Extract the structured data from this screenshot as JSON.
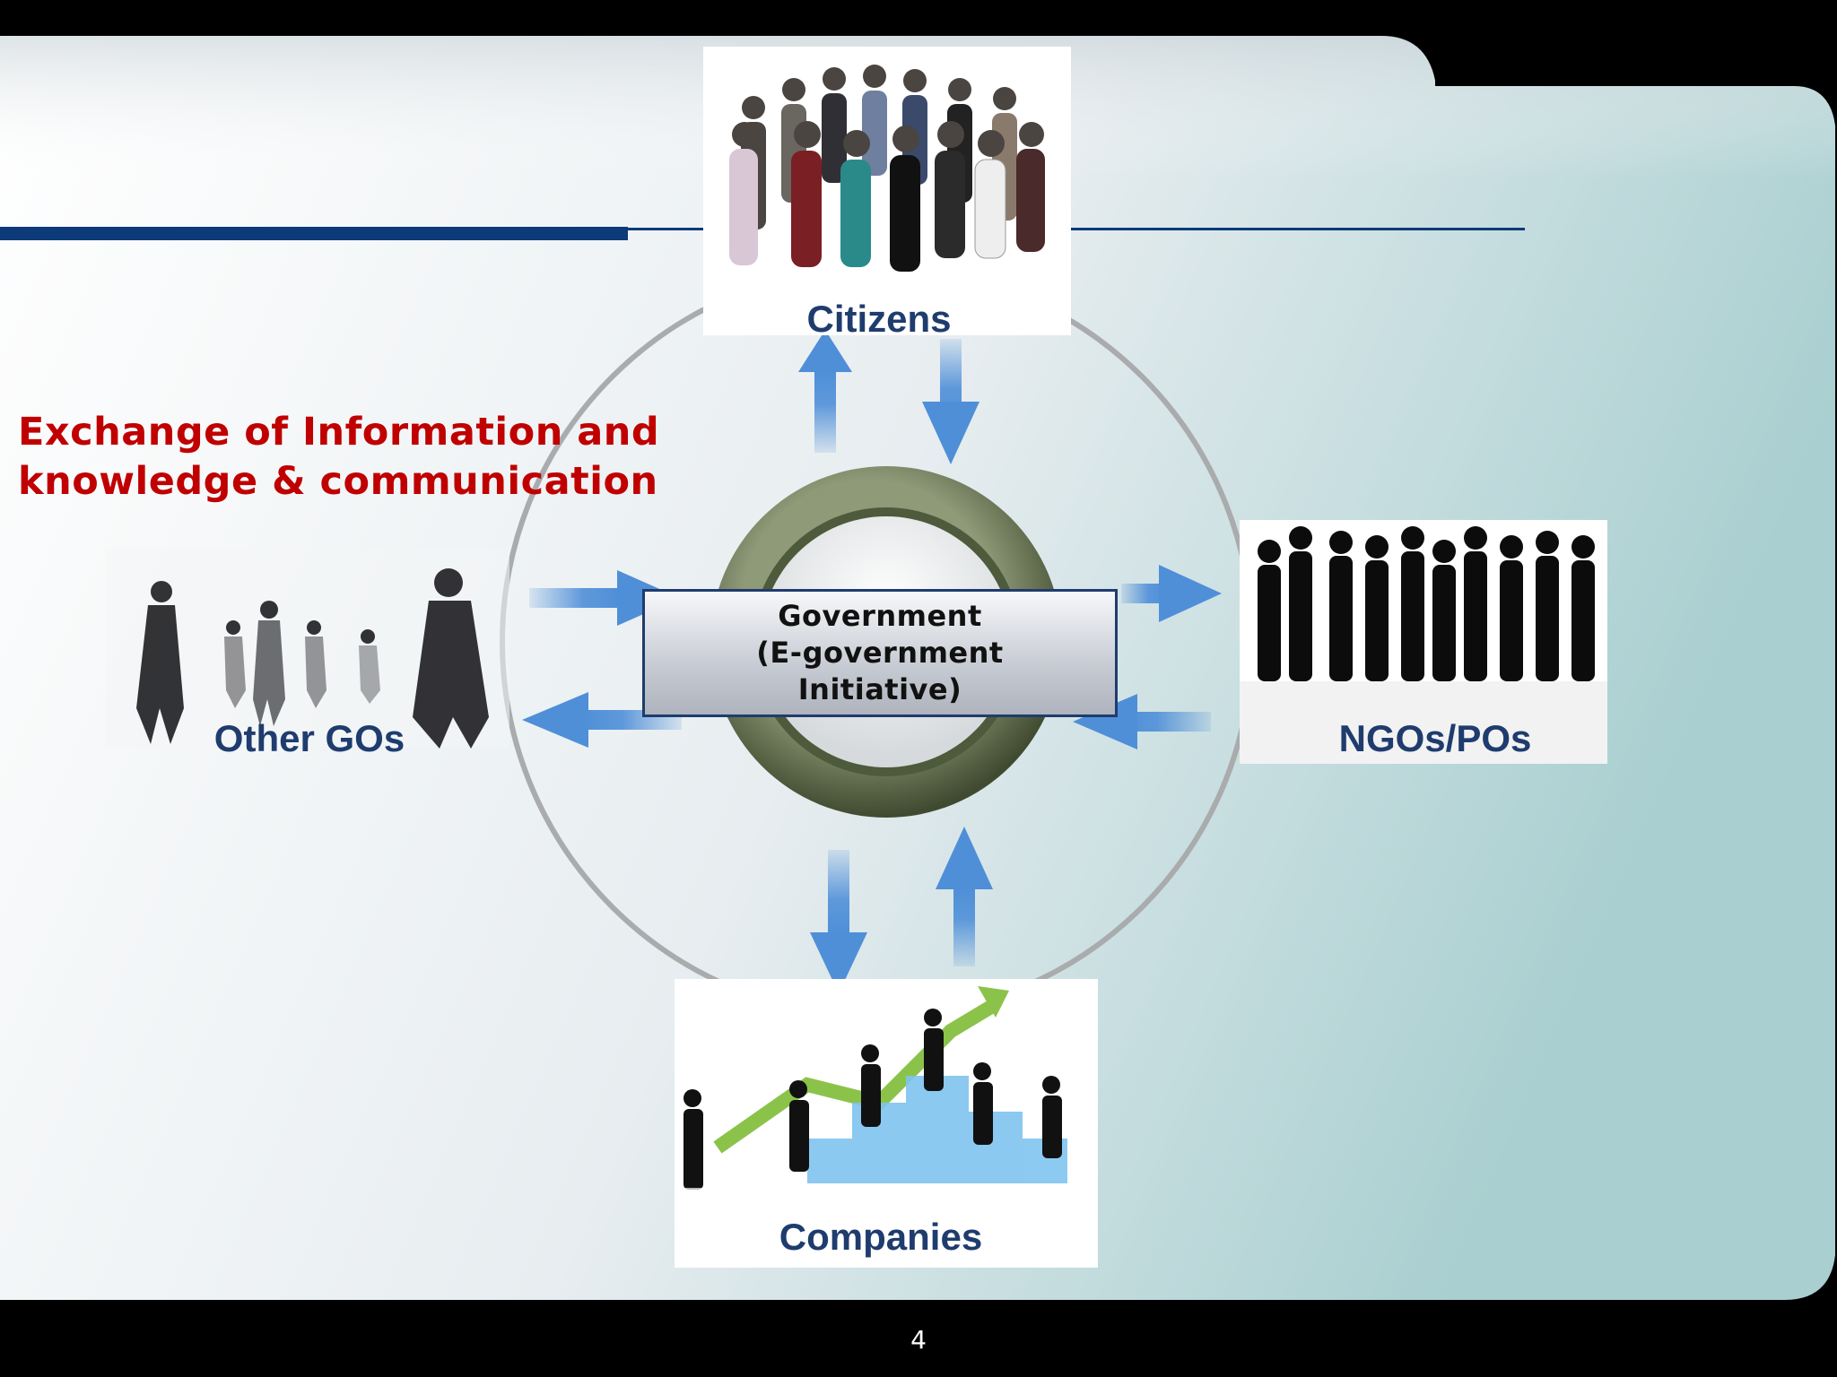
{
  "slide": {
    "heading_line1": "Exchange of Information and",
    "heading_line2": "knowledge & communication",
    "page_number": "4"
  },
  "center": {
    "line1": "Government",
    "line2": "(E-government",
    "line3": "Initiative)"
  },
  "nodes": {
    "citizens": "Citizens",
    "other_gos": "Other GOs",
    "ngos": "NGOs/POs",
    "companies": "Companies"
  },
  "colors": {
    "heading": "#c00000",
    "label": "#1f3c6e",
    "arrow": "#4f8fd8",
    "ring": "#5f6b4c",
    "rule": "#0d3a78"
  }
}
